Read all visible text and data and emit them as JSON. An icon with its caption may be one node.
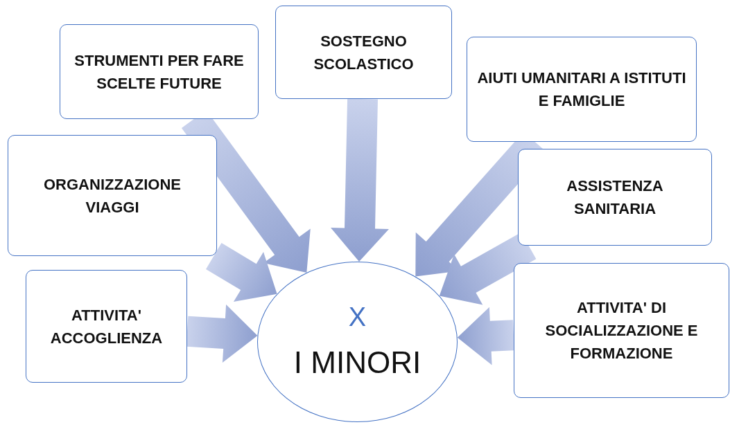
{
  "diagram": {
    "nodes": [
      {
        "text": [
          "STRUMENTI PER FARE SCELTE FUTURE"
        ]
      },
      {
        "text": [
          "SOSTEGNO SCOLASTICO"
        ]
      },
      {
        "text": [
          "AIUTI UMANITARI A ISTITUTI E FAMIGLIE"
        ]
      },
      {
        "text": [
          "ORGANIZZAZIONE VIAGGI"
        ]
      },
      {
        "text": [
          "ASSISTENZA SANITARIA"
        ]
      },
      {
        "text": [
          "ATTIVITA' ACCOGLIENZA"
        ]
      },
      {
        "text": [
          "X",
          "I MINORI"
        ]
      },
      {
        "text": [
          "ATTIVITA' DI SOCIALIZZAZIONE E FORMAZIONE"
        ]
      }
    ],
    "edges": [
      {
        "from": 0,
        "to": 6,
        "arrow": "to",
        "style": "thick"
      },
      {
        "from": 1,
        "to": 6,
        "arrow": "to",
        "style": "thick"
      },
      {
        "from": 2,
        "to": 6,
        "arrow": "to",
        "style": "thick"
      },
      {
        "from": 3,
        "to": 6,
        "arrow": "to",
        "style": "thick"
      },
      {
        "from": 4,
        "to": 6,
        "arrow": "to",
        "style": "thick"
      },
      {
        "from": 5,
        "to": 6,
        "arrow": "to",
        "style": "thick"
      },
      {
        "from": 7,
        "to": 6,
        "arrow": "to",
        "style": "thick"
      }
    ]
  }
}
